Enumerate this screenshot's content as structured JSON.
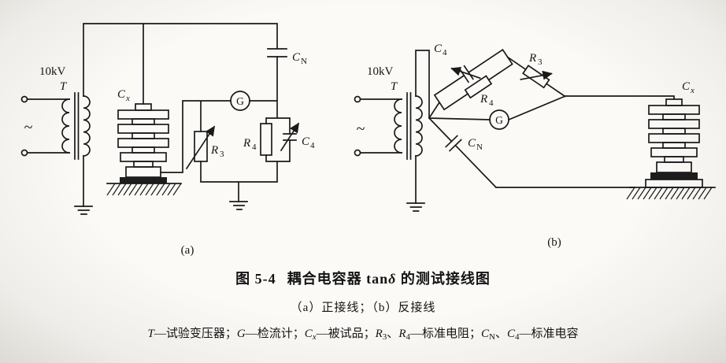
{
  "figure": {
    "caption": {
      "fig_no": "图 5-4",
      "title_pre": "耦合电容器 tan",
      "title_delta": "δ",
      "title_post": " 的测试接线图",
      "subtitle": "（a）正接线；（b）反接线"
    },
    "legend": [
      {
        "t": "T"
      },
      {
        "t": "—试验变压器；"
      },
      {
        "t": "G"
      },
      {
        "t": "—检流计；"
      },
      {
        "t": "C"
      },
      {
        "t": "x"
      },
      {
        "t": "—被试品；"
      },
      {
        "t": "R"
      },
      {
        "t": "3"
      },
      {
        "t": "、"
      },
      {
        "t": "R"
      },
      {
        "t": "4"
      },
      {
        "t": "—标准电阻；"
      },
      {
        "t": "C"
      },
      {
        "t": "N"
      },
      {
        "t": "、"
      },
      {
        "t": "C"
      },
      {
        "t": "4"
      },
      {
        "t": "—标准电容"
      }
    ]
  },
  "schematic": {
    "voltage": "10kV",
    "transformer": "T",
    "ac_source": "~",
    "galvanometer": "G",
    "letter_c": "C",
    "letter_r": "R",
    "sub_x": "x",
    "sub_n": "N",
    "sub_3": "3",
    "sub_4": "4",
    "fig_a": "(a)",
    "fig_b": "(b)"
  }
}
